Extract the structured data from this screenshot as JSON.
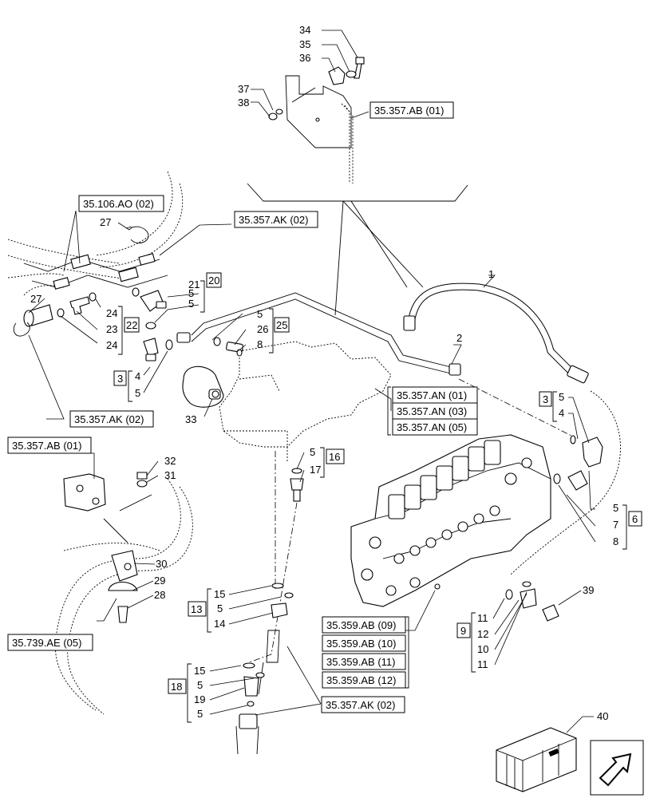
{
  "callouts": {
    "c34": "34",
    "c35": "35",
    "c36": "36",
    "c37": "37",
    "c38": "38",
    "c27a": "27",
    "c27b": "27",
    "c1": "1",
    "c2": "2",
    "c5a": "5",
    "c21": "21",
    "c5b": "5",
    "c24a": "24",
    "c23": "23",
    "c24b": "24",
    "c4a": "4",
    "c5c": "5",
    "c5d": "5",
    "c26": "26",
    "c8a": "8",
    "c33": "33",
    "c5e": "5",
    "c4b": "4",
    "c5f": "5",
    "c7": "7",
    "c8b": "8",
    "c5g": "5",
    "c17": "17",
    "c32": "32",
    "c31": "31",
    "c30": "30",
    "c29": "29",
    "c28": "28",
    "c15a": "15",
    "c5h": "5",
    "c14": "14",
    "c15b": "15",
    "c5i": "5",
    "c19": "19",
    "c5j": "5",
    "c11a": "11",
    "c12": "12",
    "c10": "10",
    "c11b": "11",
    "c39": "39",
    "c40": "40"
  },
  "group_boxes": {
    "g20": "20",
    "g22": "22",
    "g25": "25",
    "g3a": "3",
    "g3b": "3",
    "g16": "16",
    "g6": "6",
    "g13": "13",
    "g18": "18",
    "g9": "9"
  },
  "references": {
    "r_ab01_top": "35.357.AB (01)",
    "r_ao02": "35.106.AO (02)",
    "r_ak02_top": "35.357.AK (02)",
    "r_ak02_left": "35.357.AK (02)",
    "r_an01": "35.357.AN (01)",
    "r_an03": "35.357.AN (03)",
    "r_an05": "35.357.AN (05)",
    "r_ab01_left": "35.357.AB (01)",
    "r_ab09": "35.359.AB (09)",
    "r_ab10": "35.359.AB (10)",
    "r_ab11": "35.359.AB (11)",
    "r_ab12": "35.359.AB (12)",
    "r_ae05": "35.739.AE (05)",
    "r_ak02_bottom": "35.357.AK (02)"
  },
  "icons": {
    "kit_box": "kit-box-icon",
    "nav_arrow": "next-page-arrow-icon"
  }
}
